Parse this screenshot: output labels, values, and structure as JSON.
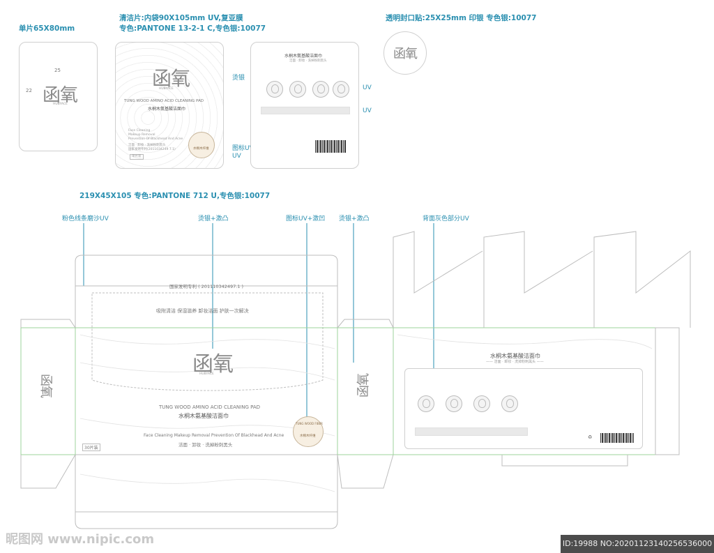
{
  "specs": {
    "card": "单片65X80mm",
    "pad_line1": "清洁片:内袋90X105mm  UV,复亚膜",
    "pad_line2": "专色:PANTONE 13-2-1 C,专色银:10077",
    "sticker": "透明封口贴:25X25mm  印银  专色银:10077",
    "box": "219X45X105  专色:PANTONE 712 U,专色银:10077"
  },
  "card": {
    "dim_w": "25",
    "dim_h": "22"
  },
  "callouts": {
    "pouch_foil": "烫银",
    "pouch_seal_uv": "图标UV",
    "pouch_uv_bottom": "UV",
    "back_uv1": "UV",
    "back_uv2": "UV",
    "box_pink": "粉色线条磨沙UV",
    "box_foil1": "烫银+激凸",
    "box_seal": "图标UV+激凹",
    "box_foil2": "烫银+激凸",
    "box_back": "背面灰色部分UV"
  },
  "brand": {
    "logo": "函氧",
    "logo_sub": "HUBYACE",
    "name_en": "TUNG WOOD AMINO ACID CLEANING PAD",
    "name_cn": "水桐木氨基酸洁面巾",
    "benefits_en": "Face Cleaning  Makeup Removal  Prevention Of Blackhead And Acne",
    "benefits_cn": "洁面 · 卸妆 · 洗掉粉刺黑头",
    "pouch_benefits_en_1": "Face Cleaning",
    "pouch_benefits_en_2": "Makeup Removal",
    "pouch_benefits_en_3": "Prevention Of Blackhead And Acne",
    "patent_pouch": "国家发明专利(2011034249 7.1)",
    "patent_box": "国家发明专利 ( 201110342497.1 )",
    "tagline": "吸附清洁  保湿滋养  卸妆洁面  护肤一次解决",
    "count_pouch": "单片装",
    "count_box": "30片装",
    "seal_top": "TUNG WOOD FIBER",
    "seal_mid": "水桐木纤维",
    "back_subtitle": "—— 洁面 · 卸妆 · 洗掉粉刺黑头 ——",
    "recycle": "♻"
  },
  "watermark": "昵图网 www.nipic.com",
  "image_id": "ID:19988 NO:20201123140256536000"
}
